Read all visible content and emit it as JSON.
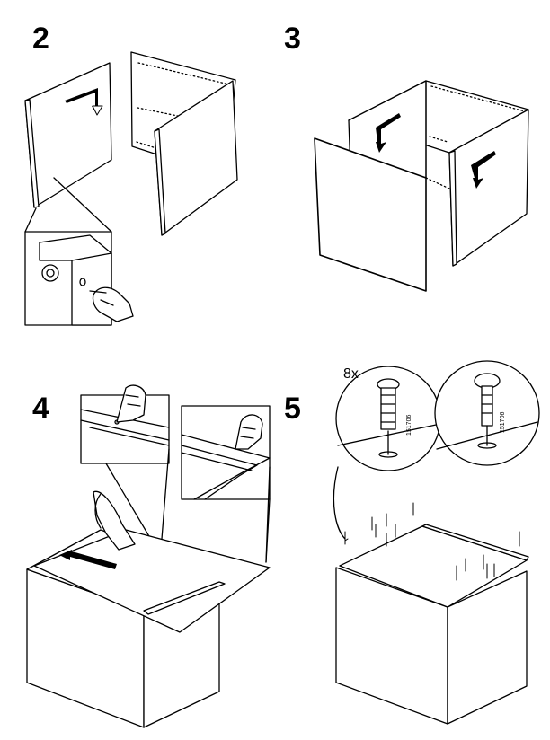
{
  "steps": {
    "step2": "2",
    "step3": "3",
    "step4": "4",
    "step5": "5"
  },
  "step5": {
    "quantity": "8x",
    "article_number_1": "151706",
    "article_number_2": "151706"
  },
  "icons": [
    "arrow-down-icon",
    "arrow-left-icon",
    "pointing-hand-icon",
    "dowel-icon",
    "pushing-hand-icon"
  ]
}
